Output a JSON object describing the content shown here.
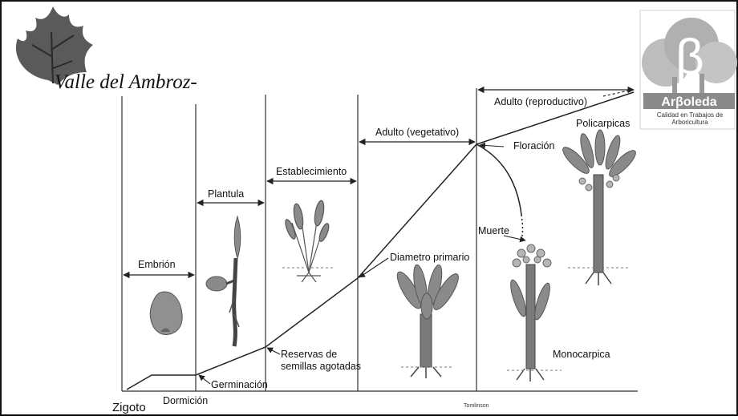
{
  "brand": {
    "name": "Valle del Ambroz-",
    "icon": "oak-leaf-icon"
  },
  "logo": {
    "symbol": "β",
    "name": "Arβoleda",
    "tagline_1": "Calidad en Trabajos de",
    "tagline_2": "Arboricultura",
    "icon": "tree-logo-icon"
  },
  "stages": {
    "embrion": "Embrión",
    "plantula": "Plantula",
    "establecimiento": "Establecimiento",
    "adulto_vegetativo": "Adulto (vegetativo)",
    "adulto_reproductivo": "Adulto (reproductivo)"
  },
  "labels": {
    "zigoto": "Zigoto",
    "dormicion": "Dormición",
    "germinacion": "Germinación",
    "reservas_1": "Reservas de",
    "reservas_2": "semillas agotadas",
    "diametro": "Diametro primario",
    "floracion": "Floración",
    "muerte": "Muerte",
    "policarpicas": "Policarpicas",
    "monocarpica": "Monocarpica",
    "credit": "Tomlinson"
  },
  "colors": {
    "line": "#222222",
    "seed": "#909090",
    "plant": "#6e6e6e",
    "logo_bg": "#bdbdbd",
    "logo_band": "#8a8a8a"
  }
}
